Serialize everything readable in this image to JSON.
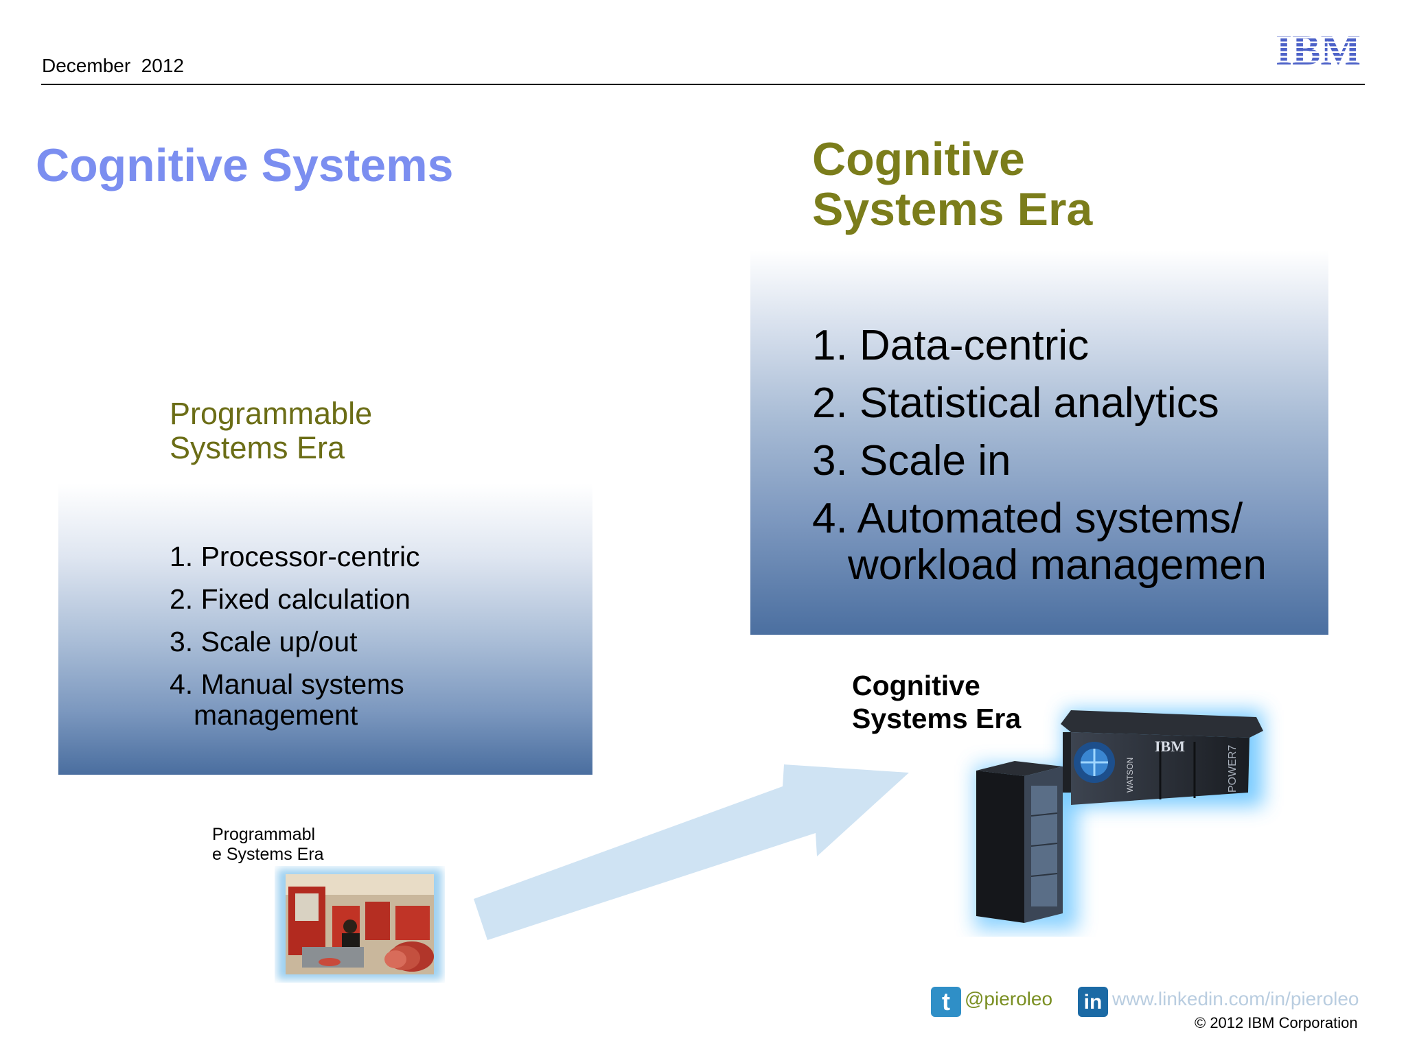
{
  "header": {
    "date": "December  2012",
    "logo_text": "IBM"
  },
  "title": "Cognitive Systems",
  "programmable": {
    "heading_line1": "Programmable",
    "heading_line2": "Systems Era",
    "items": [
      "1. Processor-centric",
      "2. Fixed calculation",
      "3. Scale up/out",
      "4. Manual systems"
    ],
    "item4_continuation": "management",
    "image_label_line1": "Programmabl",
    "image_label_line2": "e Systems Era"
  },
  "cognitive": {
    "heading_line1": "Cognitive",
    "heading_line2": "Systems Era",
    "items": [
      "1. Data-centric",
      "2. Statistical analytics",
      "3. Scale in",
      "4. Automated systems/"
    ],
    "item4_continuation": "workload managemen",
    "image_label_line1": "Cognitive",
    "image_label_line2": "Systems Era",
    "server_brand": "IBM",
    "server_side_text": "WATSON",
    "server_front_text": "POWER7"
  },
  "footer": {
    "twitter_handle": "@pieroleo",
    "linkedin_url": "www.linkedin.com/in/pieroleo",
    "copyright": "© 2012 IBM Corporation",
    "twitter_glyph": "t",
    "linkedin_glyph": "in"
  },
  "colors": {
    "title": "#7b8ef0",
    "era_heading": "#7b7d1b",
    "box_bottom": "#4a6e9f",
    "arrow": "#cfe3f3"
  },
  "icons": [
    "ibm-logo",
    "twitter-icon",
    "linkedin-icon"
  ]
}
